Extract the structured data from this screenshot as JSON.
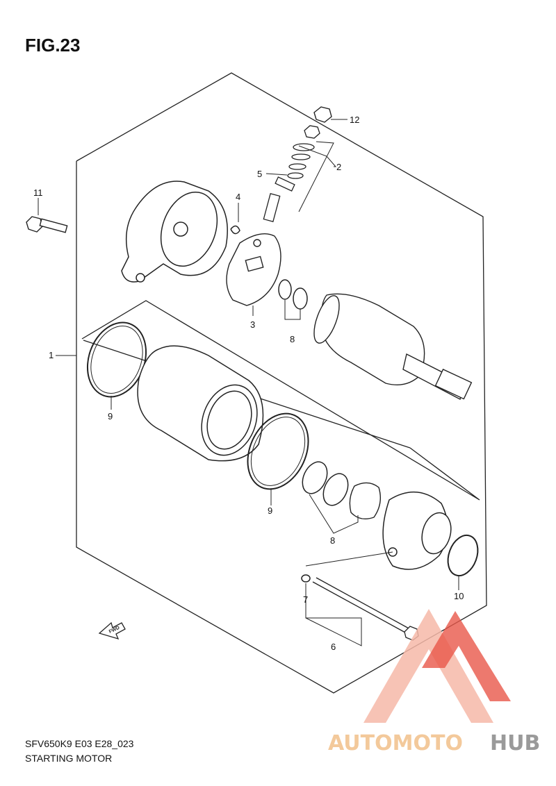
{
  "figure": {
    "title": "FIG.23"
  },
  "footer": {
    "model_code": "SFV650K9 E03 E28_023",
    "caption": "STARTING MOTOR"
  },
  "fwd_label": "FWD",
  "watermark": {
    "part1": "AUTOMOTO",
    "part2": "HUB",
    "color_light": "#f6b9a8",
    "color_red": "#e8574a",
    "color_gray": "#9a9a9a",
    "color_gold": "#f3c99b"
  },
  "callouts": [
    {
      "id": "c1",
      "text": "1"
    },
    {
      "id": "c2",
      "text": "2"
    },
    {
      "id": "c3",
      "text": "3"
    },
    {
      "id": "c4",
      "text": "4"
    },
    {
      "id": "c5",
      "text": "5"
    },
    {
      "id": "c6",
      "text": "6"
    },
    {
      "id": "c7",
      "text": "7"
    },
    {
      "id": "c8a",
      "text": "8"
    },
    {
      "id": "c8b",
      "text": "8"
    },
    {
      "id": "c9a",
      "text": "9"
    },
    {
      "id": "c9b",
      "text": "9"
    },
    {
      "id": "c10",
      "text": "10"
    },
    {
      "id": "c11",
      "text": "11"
    },
    {
      "id": "c12",
      "text": "12"
    }
  ]
}
